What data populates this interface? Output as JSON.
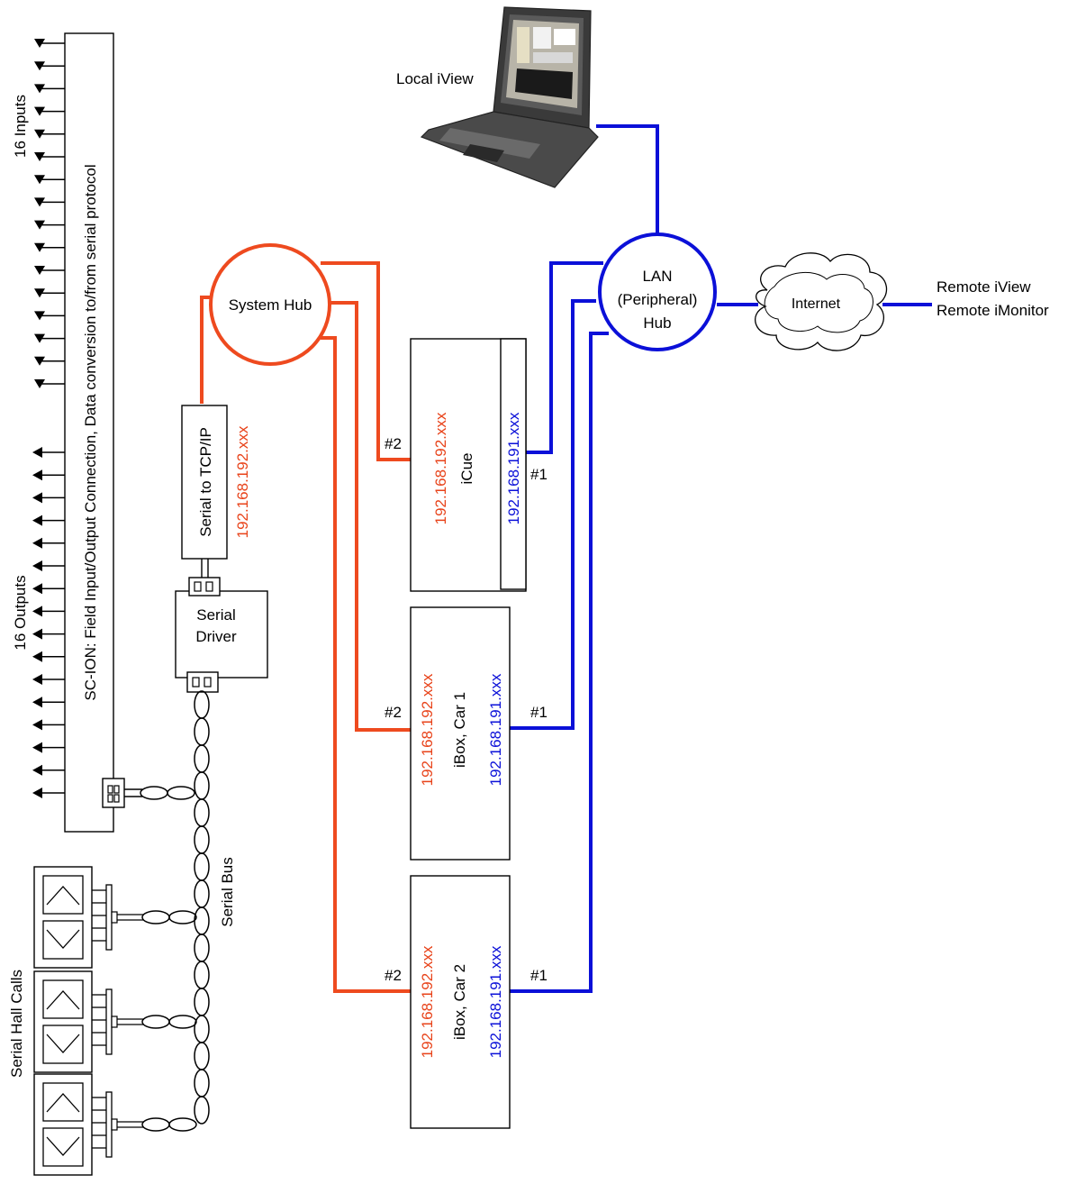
{
  "colors": {
    "serial_network": "#ee4a1f",
    "lan_network": "#0b10d8",
    "outline": "#000000"
  },
  "labels": {
    "inputs": "16 Inputs",
    "outputs": "16 Outputs",
    "sc_ion": "SC-ION:  Field Input/Output Connection, Data conversion to/from serial protocol",
    "serial_to_tcp": "Serial to TCP/IP",
    "serial_to_tcp_ip": "192.168.192.xxx",
    "system_hub": "System Hub",
    "serial_driver_line1": "Serial",
    "serial_driver_line2": "Driver",
    "serial_bus": "Serial Bus",
    "serial_hall_calls": "Serial Hall Calls",
    "local_iview": "Local iView",
    "lan_hub_line1": "LAN",
    "lan_hub_line2": "(Peripheral)",
    "lan_hub_line3": "Hub",
    "internet": "Internet",
    "remote_iview": "Remote iView",
    "remote_imonitor": "Remote iMonitor"
  },
  "devices": [
    {
      "name": "iCue",
      "red_ip": "192.168.192.xxx",
      "blue_ip": "192.168.191.xxx",
      "port_red": "#2",
      "port_blue": "#1"
    },
    {
      "name": "iBox, Car 1",
      "red_ip": "192.168.192.xxx",
      "blue_ip": "192.168.191.xxx",
      "port_red": "#2",
      "port_blue": "#1"
    },
    {
      "name": "iBox, Car 2",
      "red_ip": "192.168.192.xxx",
      "blue_ip": "192.168.191.xxx",
      "port_red": "#2",
      "port_blue": "#1"
    }
  ]
}
